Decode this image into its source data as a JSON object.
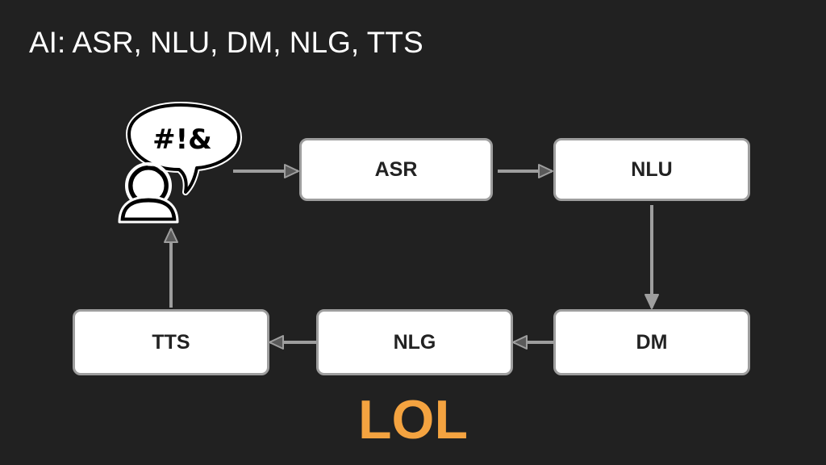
{
  "slide": {
    "title": "AI: ASR, NLU, DM, NLG, TTS",
    "footer_text": "LOL",
    "footer_color": "#f4a340",
    "background_color": "#212121"
  },
  "diagram": {
    "nodes": [
      {
        "id": "asr",
        "label": "ASR"
      },
      {
        "id": "nlu",
        "label": "NLU"
      },
      {
        "id": "dm",
        "label": "DM"
      },
      {
        "id": "nlg",
        "label": "NLG"
      },
      {
        "id": "tts",
        "label": "TTS"
      }
    ],
    "user_icon": {
      "name": "speaking-user-icon",
      "speech_text": "#!&"
    },
    "edges": [
      {
        "from": "user",
        "to": "asr"
      },
      {
        "from": "asr",
        "to": "nlu"
      },
      {
        "from": "nlu",
        "to": "dm"
      },
      {
        "from": "dm",
        "to": "nlg"
      },
      {
        "from": "nlg",
        "to": "tts"
      },
      {
        "from": "tts",
        "to": "user"
      }
    ],
    "arrow_color": "#9e9e9e"
  }
}
